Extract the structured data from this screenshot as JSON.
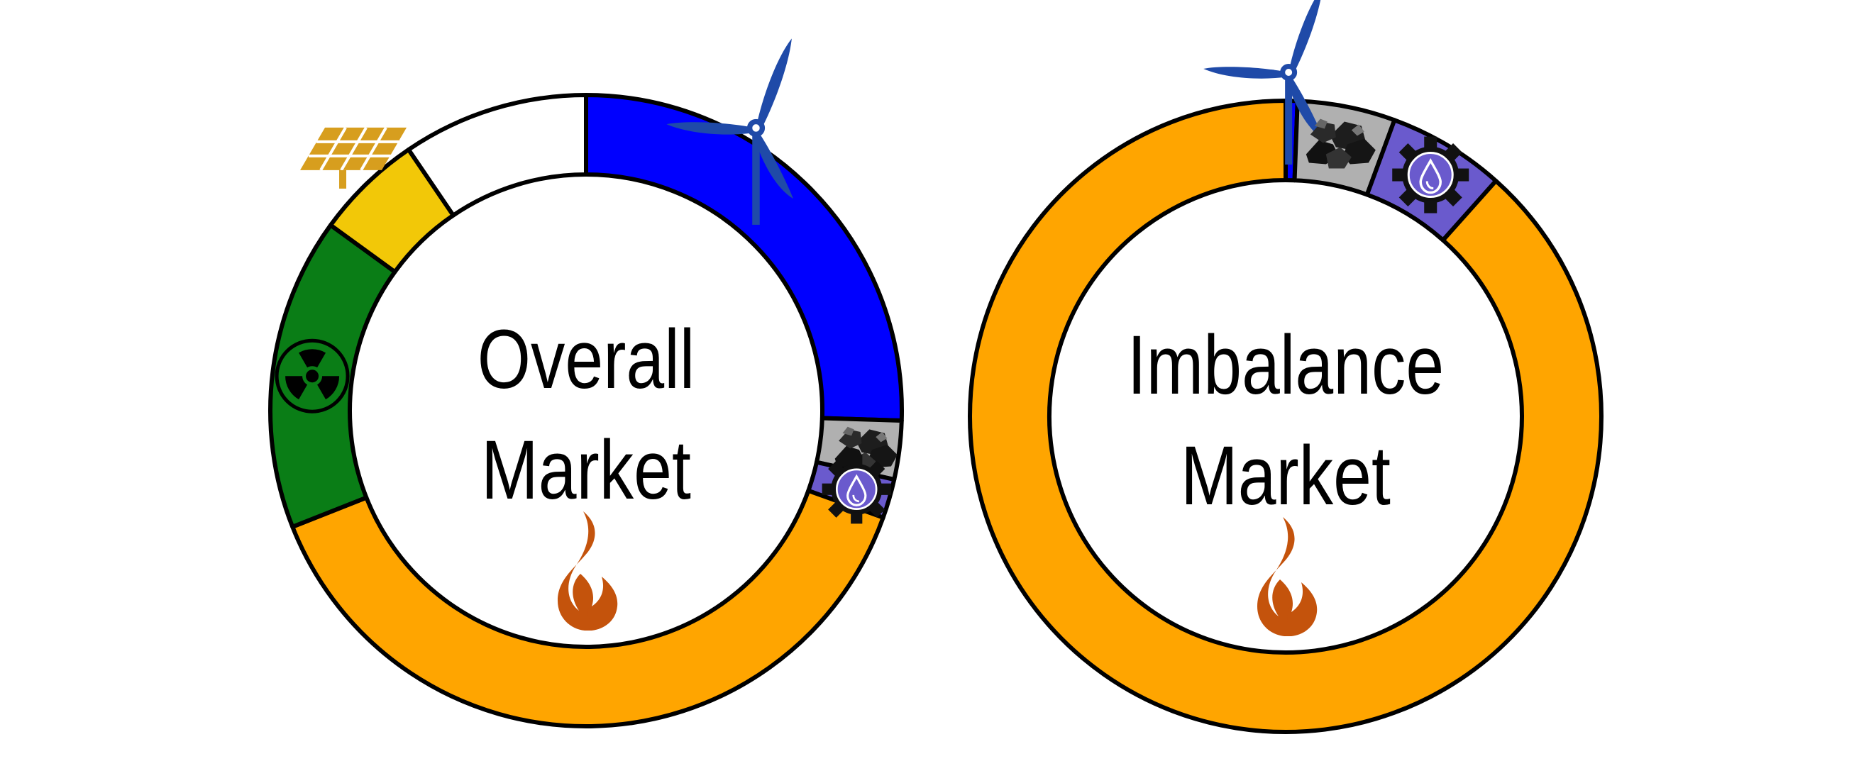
{
  "chart_data": [
    {
      "type": "donut",
      "center_label_lines": [
        "Overall",
        "Market"
      ],
      "start": "top, clockwise",
      "slices": [
        {
          "source": "wind",
          "value": 25.5,
          "color": "#0000ff",
          "icon": "wind-turbine-icon"
        },
        {
          "source": "coal",
          "value": 3.0,
          "color": "#b0b0b0",
          "icon": "coal-icon"
        },
        {
          "source": "hydro",
          "value": 2.0,
          "color": "#6a5acd",
          "icon": "hydro-gear-icon"
        },
        {
          "source": "natural-gas",
          "value": 38.5,
          "color": "#ffa500",
          "icon": "flame-icon"
        },
        {
          "source": "nuclear",
          "value": 16.0,
          "color": "#0a7d16",
          "icon": "nuclear-icon"
        },
        {
          "source": "solar",
          "value": 5.5,
          "color": "#f2c808",
          "icon": "solar-panel-icon"
        },
        {
          "source": "other",
          "value": 9.5,
          "color": "#ffffff",
          "icon": ""
        }
      ]
    },
    {
      "type": "donut",
      "center_label_lines": [
        "Imbalance",
        "Market"
      ],
      "start": "top, clockwise",
      "slices": [
        {
          "source": "wind",
          "value": 0.6,
          "color": "#0000ff",
          "icon": "wind-turbine-icon"
        },
        {
          "source": "coal",
          "value": 5.0,
          "color": "#b0b0b0",
          "icon": "coal-icon"
        },
        {
          "source": "hydro",
          "value": 6.0,
          "color": "#6a5acd",
          "icon": "hydro-gear-icon"
        },
        {
          "source": "natural-gas",
          "value": 88.4,
          "color": "#ffa500",
          "icon": "flame-icon"
        }
      ]
    }
  ]
}
